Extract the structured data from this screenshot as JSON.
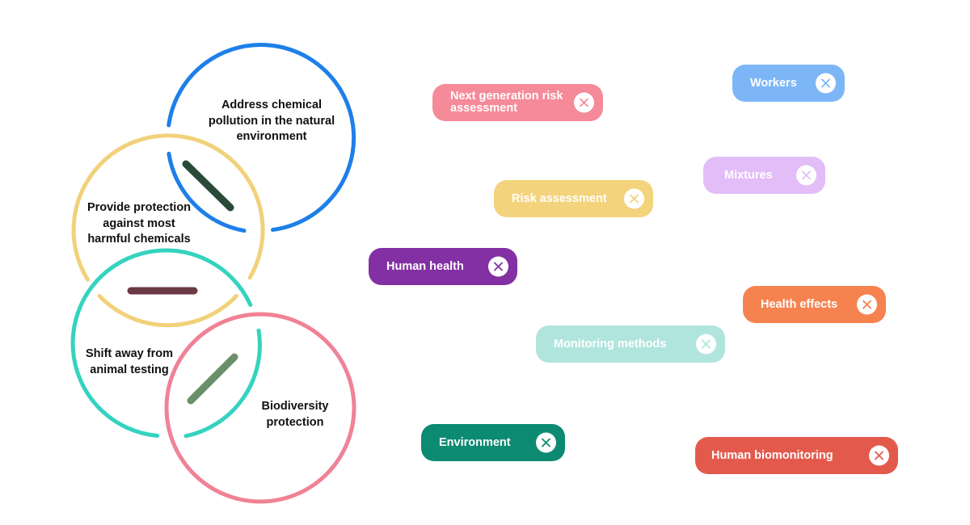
{
  "rings": [
    {
      "id": "pollution",
      "label": "Address chemical pollution in the natural environment",
      "color": "#1e7fe8"
    },
    {
      "id": "protection",
      "label": "Provide protection against most harmful chemicals",
      "color": "#f1d17a"
    },
    {
      "id": "animal",
      "label": "Shift away from animal testing",
      "color": "#34d3bf"
    },
    {
      "id": "biodiversity",
      "label": "Biodiversity protection",
      "color": "#f08296"
    }
  ],
  "connectors": [
    {
      "id": "pollution-protection",
      "color": "#2a4a37"
    },
    {
      "id": "protection-animal",
      "color": "#6b3a44"
    },
    {
      "id": "animal-biodiversity",
      "color": "#6b8e6b"
    }
  ],
  "tags": [
    {
      "id": "next-gen",
      "label": "Next generation risk assessment",
      "color": "#f58a98"
    },
    {
      "id": "workers",
      "label": "Workers",
      "color": "#7cb6f7"
    },
    {
      "id": "mixtures",
      "label": "Mixtures",
      "color": "#e3bdf7"
    },
    {
      "id": "risk",
      "label": "Risk assessment",
      "color": "#f3d37c"
    },
    {
      "id": "human-health",
      "label": "Human health",
      "color": "#8230a3"
    },
    {
      "id": "health-effects",
      "label": "Health effects",
      "color": "#f6834f"
    },
    {
      "id": "monitoring",
      "label": "Monitoring methods",
      "color": "#b0e5de"
    },
    {
      "id": "environment",
      "label": "Environment",
      "color": "#0d8a72"
    },
    {
      "id": "biomonitoring",
      "label": "Human biomonitoring",
      "color": "#e35a4d"
    }
  ]
}
